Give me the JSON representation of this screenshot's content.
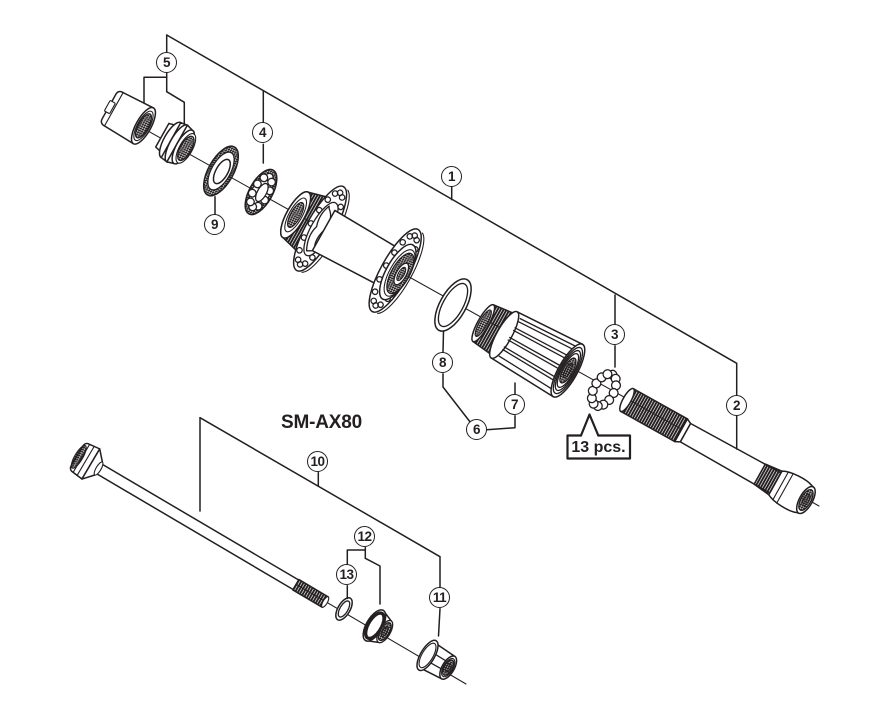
{
  "diagram": {
    "type": "exploded-parts-diagram",
    "subject": "bicycle rear hub assembly",
    "line_color": "#231f20",
    "background_color": "#ffffff",
    "labels": {
      "model": "SM-AX80",
      "quantity_note": "13 pcs."
    },
    "callouts": [
      {
        "number": "1"
      },
      {
        "number": "2"
      },
      {
        "number": "3"
      },
      {
        "number": "4"
      },
      {
        "number": "5"
      },
      {
        "number": "6"
      },
      {
        "number": "7"
      },
      {
        "number": "8"
      },
      {
        "number": "9"
      },
      {
        "number": "10"
      },
      {
        "number": "11"
      },
      {
        "number": "12"
      },
      {
        "number": "13"
      }
    ]
  }
}
